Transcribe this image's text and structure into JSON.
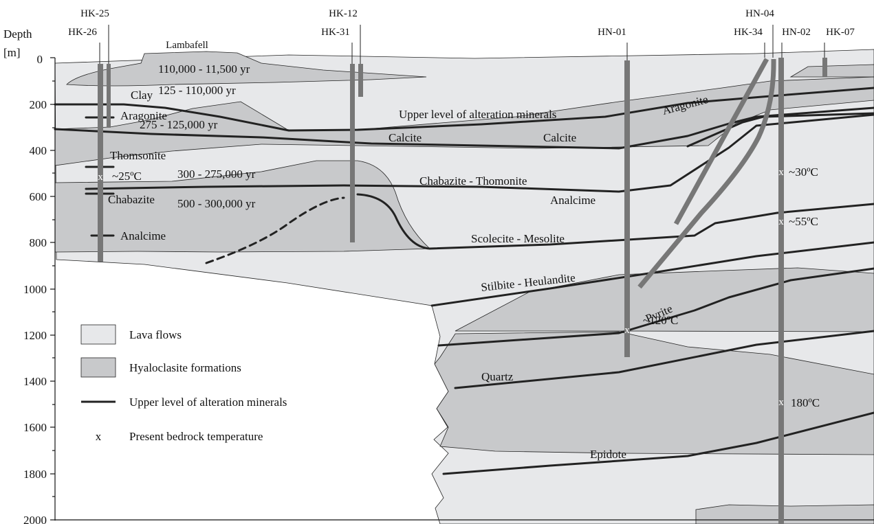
{
  "axis": {
    "title_line1": "Depth",
    "title_line2": "[m]",
    "ticks": [
      "0",
      "200",
      "400",
      "600",
      "800",
      "1000",
      "1200",
      "1400",
      "1600",
      "1800",
      "2000"
    ]
  },
  "wells": {
    "hk25": "HK-25",
    "hk26": "HK-26",
    "hk12": "HK-12",
    "hk31": "HK-31",
    "hn01": "HN-01",
    "hn04": "HN-04",
    "hk34": "HK-34",
    "hn02": "HN-02",
    "hk07": "HK-07"
  },
  "places": {
    "lambafell": "Lambafell"
  },
  "ages": {
    "a1": "110,000 - 11,500 yr",
    "a2": "125 - 110,000 yr",
    "a3": "275 - 125,000 yr",
    "a4": "300 - 275,000 yr",
    "a5": "500 - 300,000 yr"
  },
  "minerals": {
    "clay": "Clay",
    "aragonite_left": "Aragonite",
    "thomsonite": "Thomsonite",
    "chabazite": "Chabazite",
    "analcime_left": "Analcime",
    "upper_level": "Upper level of alteration minerals",
    "calcite1": "Calcite",
    "calcite2": "Calcite",
    "aragonite_right": "Aragonite",
    "chab_thom": "Chabazite - Thomonite",
    "analcime_mid": "Analcime",
    "scolecite": "Scolecite - Mesolite",
    "stilbite": "Stilbite - Heulandite",
    "pyrite": "Pyrite",
    "quartz": "Quartz",
    "epidote": "Epidote"
  },
  "temperatures": {
    "t25": "~25ºC",
    "t30": "~30ºC",
    "t55": "~55ºC",
    "t120": "~120ºC",
    "t180": "180ºC",
    "marker": "x"
  },
  "legend": {
    "lava": "Lava flows",
    "hyalo": "Hyaloclasite formations",
    "upper": "Upper level of alteration minerals",
    "marker": "x",
    "temp": "Present bedrock temperature"
  },
  "colors": {
    "lava": "#e7e8ea",
    "hyaloclastite": "#c8c9cb",
    "well": "#777777",
    "line": "#222222"
  }
}
